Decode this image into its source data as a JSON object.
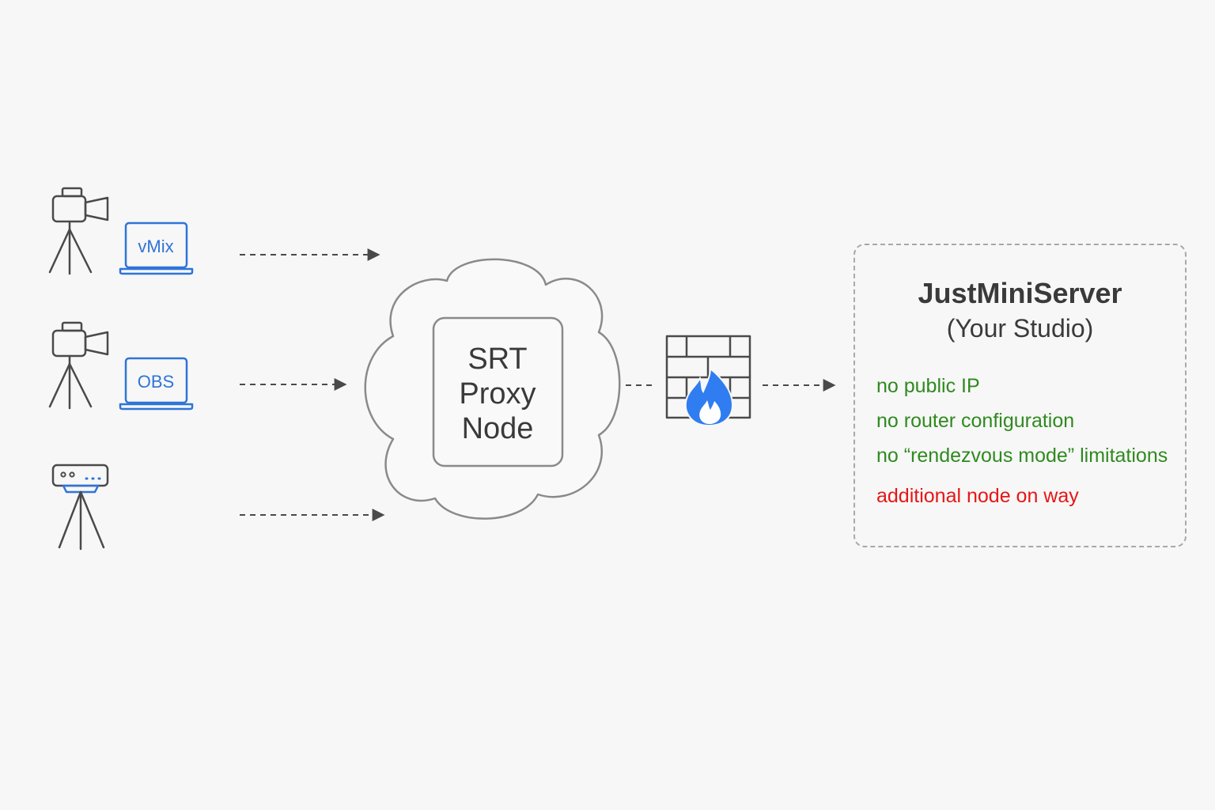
{
  "sources": [
    {
      "device": "camera-on-tripod",
      "software_label": "vMix"
    },
    {
      "device": "camera-on-tripod",
      "software_label": "OBS"
    },
    {
      "device": "encoder-on-tripod",
      "software_label": ""
    }
  ],
  "proxy_node": {
    "lines": [
      "SRT",
      "Proxy",
      "Node"
    ]
  },
  "firewall": {
    "icon": "firewall-flame-icon"
  },
  "server": {
    "title": "JustMiniServer",
    "subtitle": "(Your Studio)",
    "features": [
      {
        "text": "no public IP",
        "status": "pro"
      },
      {
        "text": "no router configuration",
        "status": "pro"
      },
      {
        "text": "no “rendezvous mode” limitations",
        "status": "pro"
      },
      {
        "text": "additional node on way",
        "status": "con"
      }
    ]
  },
  "colors": {
    "accent_blue": "#2f74d8",
    "line_gray": "#4a4a4a",
    "pro_green": "#2f8a1f",
    "con_red": "#e81515",
    "background": "#f7f7f7"
  }
}
